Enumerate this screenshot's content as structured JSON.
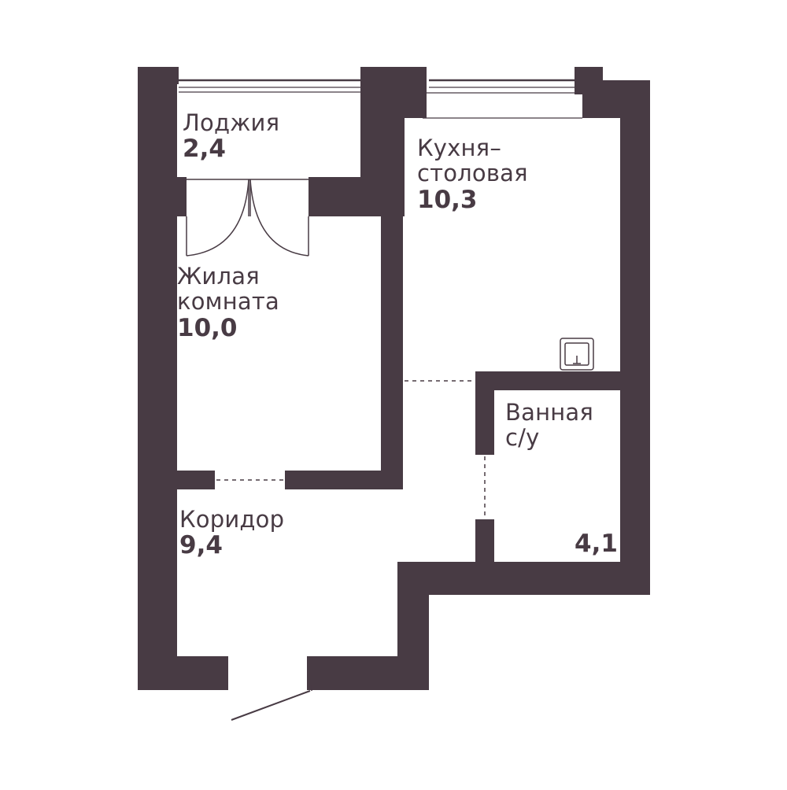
{
  "floor_plan": {
    "wall_color": "#483b44",
    "line_color": "#483b44",
    "rooms": [
      {
        "id": "loggia",
        "name_lines": [
          "Лоджия"
        ],
        "area": "2,4"
      },
      {
        "id": "kitchen",
        "name_lines": [
          "Кухня–",
          "столовая"
        ],
        "area": "10,3"
      },
      {
        "id": "living",
        "name_lines": [
          "Жилая",
          "комната"
        ],
        "area": "10,0"
      },
      {
        "id": "bathroom",
        "name_lines": [
          "Ванная",
          "с/у"
        ],
        "area": "4,1"
      },
      {
        "id": "corridor",
        "name_lines": [
          "Коридор"
        ],
        "area": "9,4"
      }
    ],
    "icons": [
      "sink-icon",
      "door-swing-icon",
      "window-icon",
      "entry-door-icon"
    ]
  }
}
